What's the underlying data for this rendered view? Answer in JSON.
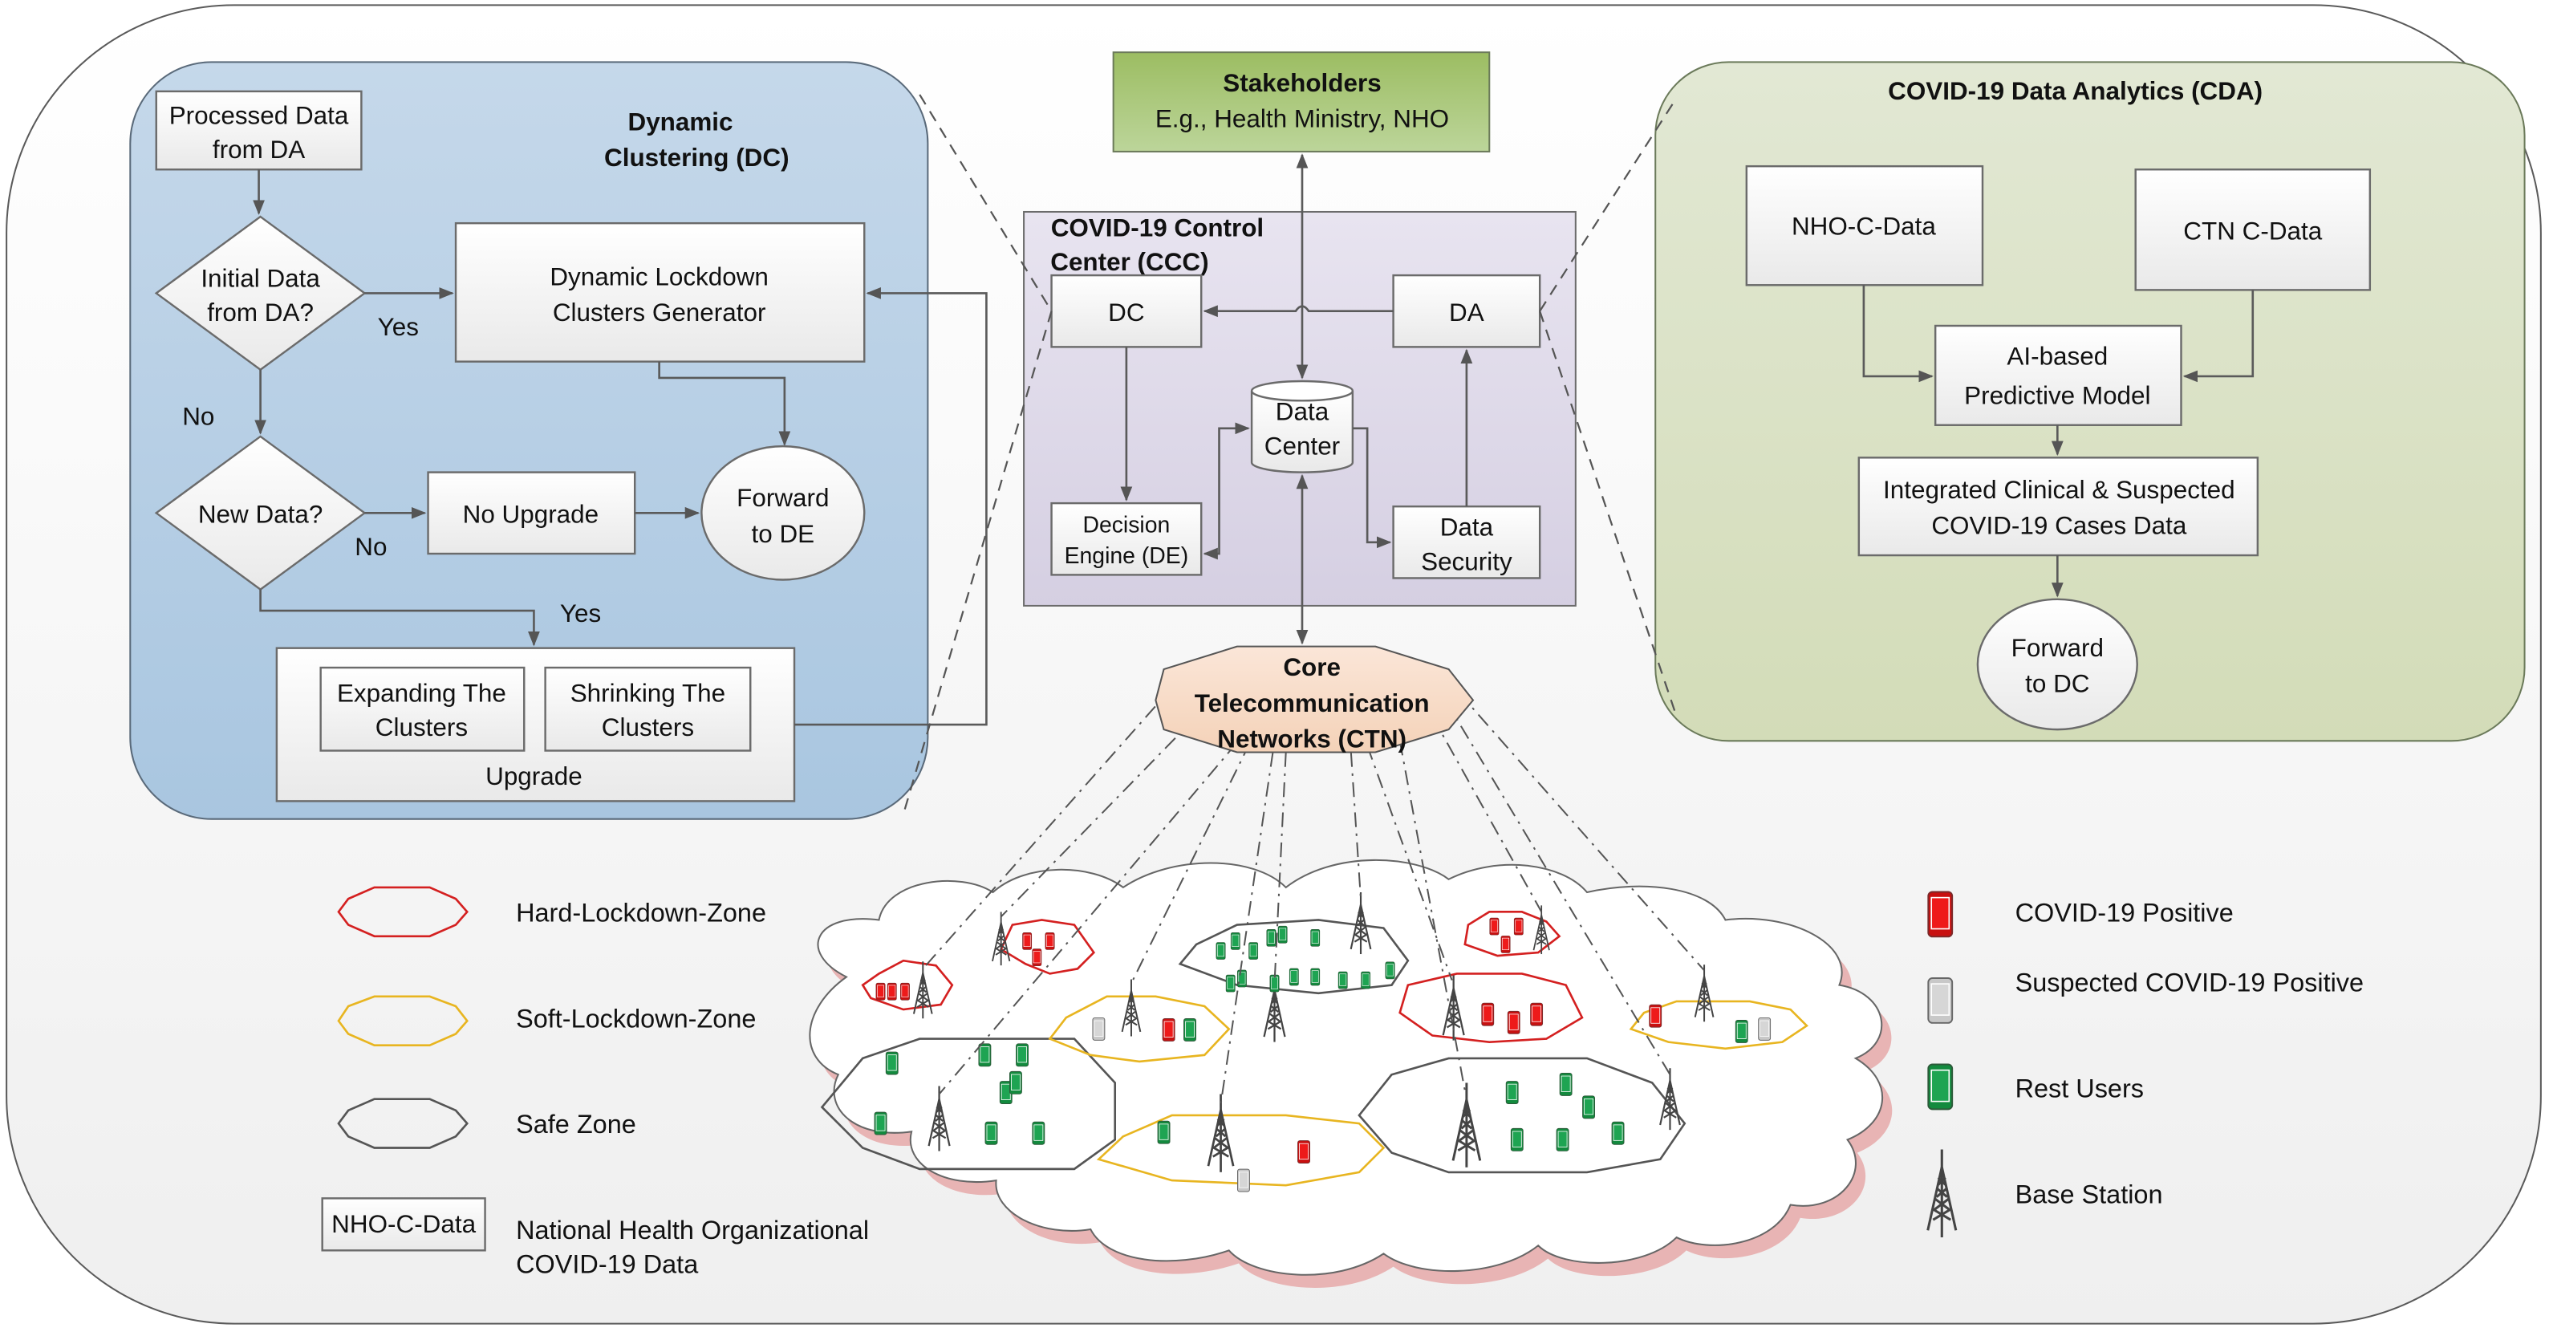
{
  "colors": {
    "dc_panel": "#bcd2e6",
    "ccc_panel": "#dfdaea",
    "cda_panel": "#dbe3c8",
    "stakeholders": "#a8c67a",
    "ctn": "#f8dcc8",
    "covid_positive": "#e01818",
    "suspected": "#d0d0d0",
    "rest_users": "#1a9a4a",
    "hard_lockdown": "#d42020",
    "soft_lockdown": "#e8b520",
    "safe_zone": "#555555"
  },
  "dynamic_clustering": {
    "title_line1": "Dynamic",
    "title_line2": "Clustering (DC)",
    "processed_data": [
      "Processed Data",
      "from DA"
    ],
    "initial_data_decision": [
      "Initial Data",
      "from DA?"
    ],
    "generator": [
      "Dynamic Lockdown",
      "Clusters Generator"
    ],
    "yes_label_1": "Yes",
    "no_label_1": "No",
    "new_data_decision": "New Data?",
    "no_label_2": "No",
    "no_upgrade": "No Upgrade",
    "forward_to_de": [
      "Forward",
      "to DE"
    ],
    "yes_label_2": "Yes",
    "expanding": [
      "Expanding The",
      "Clusters"
    ],
    "shrinking": [
      "Shrinking The",
      "Clusters"
    ],
    "upgrade": "Upgrade"
  },
  "stakeholders": {
    "title": "Stakeholders",
    "subtitle": "E.g., Health Ministry, NHO"
  },
  "control_center": {
    "title_line1": "COVID-19 Control",
    "title_line2": "Center (CCC)",
    "dc": "DC",
    "da": "DA",
    "data_center": [
      "Data",
      "Center"
    ],
    "decision_engine": [
      "Decision",
      "Engine (DE)"
    ],
    "data_security": [
      "Data",
      "Security"
    ]
  },
  "data_analytics": {
    "title": "COVID-19 Data Analytics (CDA)",
    "nho_c_data": "NHO-C-Data",
    "ctn_c_data": "CTN C-Data",
    "ai_model": [
      "AI-based",
      "Predictive Model"
    ],
    "integrated": [
      "Integrated Clinical & Suspected",
      "COVID-19 Cases Data"
    ],
    "forward_to_dc": [
      "Forward",
      "to DC"
    ]
  },
  "ctn": {
    "label": [
      "Core",
      "Telecommunication",
      "Networks (CTN)"
    ]
  },
  "legend_left": {
    "hard_lockdown": "Hard-Lockdown-Zone",
    "soft_lockdown": "Soft-Lockdown-Zone",
    "safe_zone": "Safe Zone",
    "nho_box": "NHO-C-Data",
    "nho_desc": [
      "National Health Organizational",
      "COVID-19 Data"
    ]
  },
  "legend_right": {
    "covid_positive": "COVID-19 Positive",
    "suspected": "Suspected COVID-19 Positive",
    "rest_users": "Rest Users",
    "base_station": "Base Station"
  }
}
